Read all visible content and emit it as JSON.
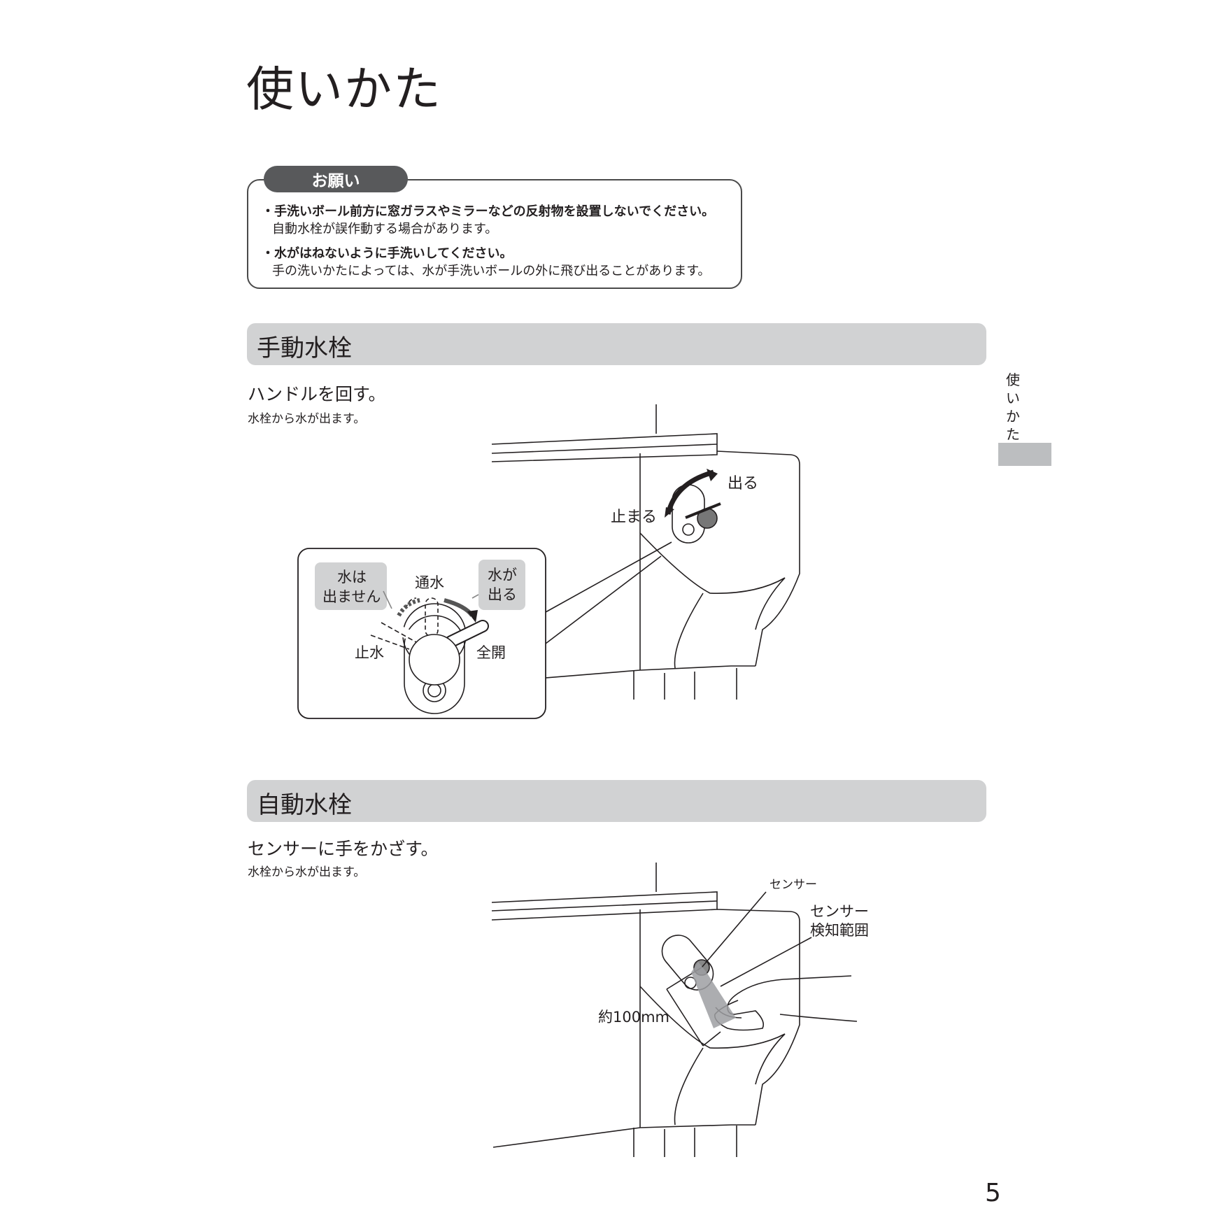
{
  "page": {
    "title": "使いかた",
    "page_number": "5",
    "side_tab": "使いかた"
  },
  "notice": {
    "label": "お願い",
    "items": [
      {
        "heading": "・手洗いボール前方に窓ガラスやミラーなどの反射物を設置しないでください。",
        "detail": "自動水栓が誤作動する場合があります。"
      },
      {
        "heading": "・水がはねないように手洗いしてください。",
        "detail": "手の洗いかたによっては、水が手洗いボールの外に飛び出ることがあります。"
      }
    ]
  },
  "manual": {
    "title": "手動水栓",
    "instruction": "ハンドルを回す。",
    "note": "水栓から水が出ます。",
    "labels": {
      "out": "出る",
      "stop": "止まる",
      "no_water_1": "水は",
      "no_water_2": "出ません",
      "flow": "通水",
      "water_out_1": "水が",
      "water_out_2": "出る",
      "stop_water": "止水",
      "full_open": "全開"
    }
  },
  "auto": {
    "title": "自動水栓",
    "instruction": "センサーに手をかざす。",
    "note": "水栓から水が出ます。",
    "labels": {
      "sensor": "センサー",
      "range_1": "センサー",
      "range_2": "検知範囲",
      "distance": "約100mm"
    }
  },
  "colors": {
    "notice_tab": "#58595b",
    "section_bar": "#d1d2d3",
    "side_tab": "#bcbec0",
    "callout_box": "#d1d2d3"
  }
}
